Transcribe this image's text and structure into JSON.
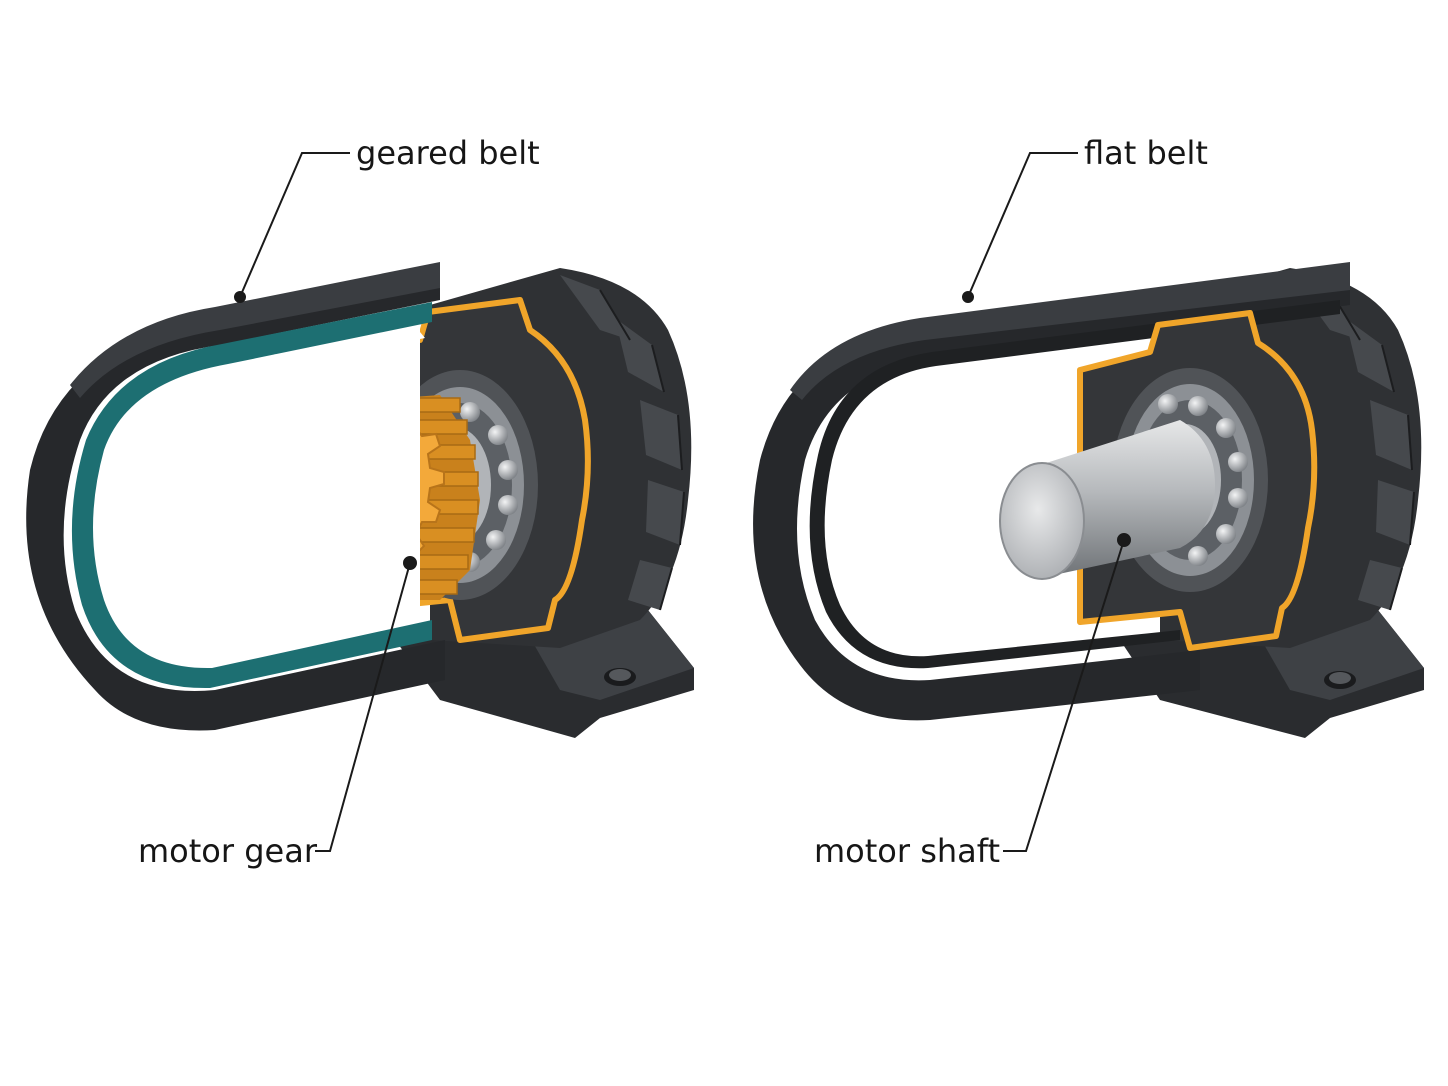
{
  "labels": {
    "geared_belt": "geared belt",
    "motor_gear": "motor gear",
    "flat_belt": "flat belt",
    "motor_shaft": "motor shaft"
  },
  "colors": {
    "housing_dark": "#2e3033",
    "housing_mid": "#3b3e42",
    "housing_light": "#4a4d52",
    "belt_dark": "#27292c",
    "belt_teeth": "#1d6f72",
    "accent_orange": "#f0a52a",
    "gear_orange": "#f3a93a",
    "bearing_steel": "#9a9ea3",
    "shaft_steel": "#b8bbbe",
    "line": "#1a1a1a"
  },
  "icons": {
    "geared_assembly": "geared-belt-drive-illustration",
    "flat_assembly": "flat-belt-drive-illustration"
  }
}
